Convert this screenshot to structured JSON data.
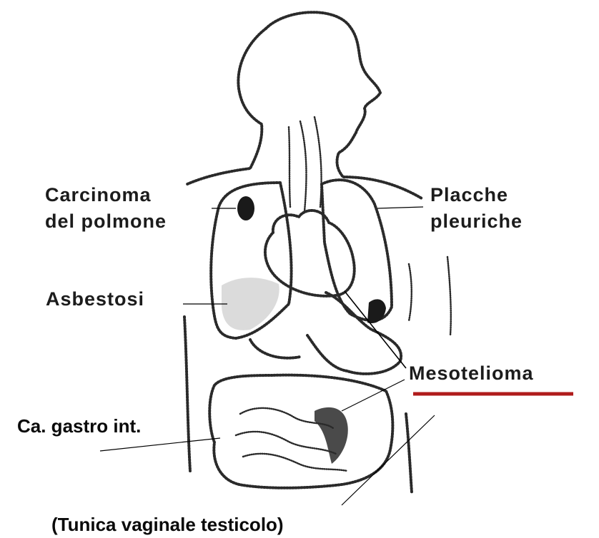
{
  "labels": {
    "carcinoma_line1": "Carcinoma",
    "carcinoma_line2": "del polmone",
    "placche_line1": "Placche",
    "placche_line2": "pleuriche",
    "asbestosi": "Asbestosi",
    "mesotelioma": "Mesotelioma",
    "ca_gastro": "Ca. gastro int.",
    "tunica": "(Tunica vaginale testicolo)"
  },
  "colors": {
    "underline": "#b01c1c",
    "ink": "#2a2a2a"
  }
}
